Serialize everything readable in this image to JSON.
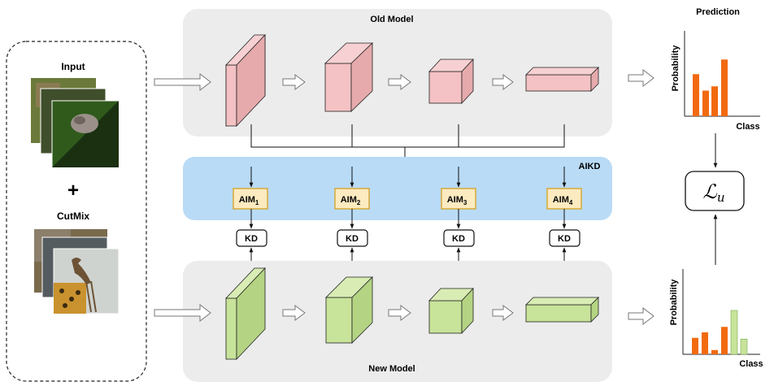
{
  "input_panel": {
    "input_label": "Input",
    "plus_symbol": "+",
    "cutmix_label": "CutMix"
  },
  "old_model": {
    "title": "Old Model",
    "color": "#f4c2c4"
  },
  "new_model": {
    "title": "New Model",
    "color": "#c8e39a"
  },
  "aikd": {
    "title": "AIKD",
    "color": "#b9dbf6",
    "modules": [
      {
        "base": "AIM",
        "sub": "1"
      },
      {
        "base": "AIM",
        "sub": "2"
      },
      {
        "base": "AIM",
        "sub": "3"
      },
      {
        "base": "AIM",
        "sub": "4"
      }
    ],
    "kd_label": "KD"
  },
  "prediction": {
    "title": "Prediction",
    "ylabel": "Probability",
    "xlabel": "Class",
    "loss_base": "ℒ",
    "loss_sub": "u"
  },
  "chart_data": [
    {
      "type": "bar",
      "title": "",
      "xlabel": "Class",
      "ylabel": "Probability",
      "series": [
        {
          "color": "#f26a10",
          "values": [
            0.69,
            0.42,
            0.49,
            0.93
          ]
        }
      ]
    },
    {
      "type": "bar",
      "title": "",
      "xlabel": "Class",
      "ylabel": "Probability",
      "series": [
        {
          "color": "#f26a10",
          "values": [
            0.27,
            0.36,
            0.07,
            0.45
          ]
        },
        {
          "color": "#c8e39a",
          "values": [
            0.72,
            0.25
          ]
        }
      ]
    }
  ]
}
